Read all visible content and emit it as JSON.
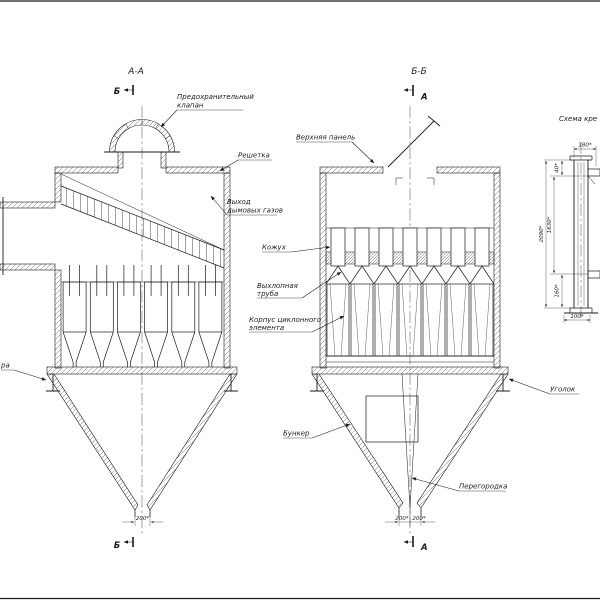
{
  "sheet": {
    "view_aa": {
      "title": "А-А",
      "marker": "Б",
      "labels": {
        "safety_valve": [
          "Предохранительный",
          "клапан"
        ],
        "grid": "Решетка",
        "gas_exit": [
          "Выход",
          "дымовых газов"
        ],
        "support_fragment": "ра"
      },
      "dims": {
        "outlet": "200*"
      }
    },
    "view_bb": {
      "title": "Б-Б",
      "marker": "А",
      "labels": {
        "top_panel": "Верхняя панель",
        "casing": "Кожух",
        "exhaust_pipe": [
          "Выхлопная",
          "труба"
        ],
        "cyclone_body": [
          "Корпус циклонного",
          "элемента"
        ],
        "hopper": "Бункер",
        "partition": "Перегородка",
        "angle": "Уголок"
      },
      "dims": {
        "outlet_left": "200*",
        "outlet_right": "200*"
      }
    },
    "detail": {
      "title": "Схема кре",
      "dims": {
        "d180": "180*",
        "d40": "40*",
        "d2090": "2090*",
        "d1630": "1630*",
        "d160": "160*",
        "d100": "100*"
      }
    }
  }
}
